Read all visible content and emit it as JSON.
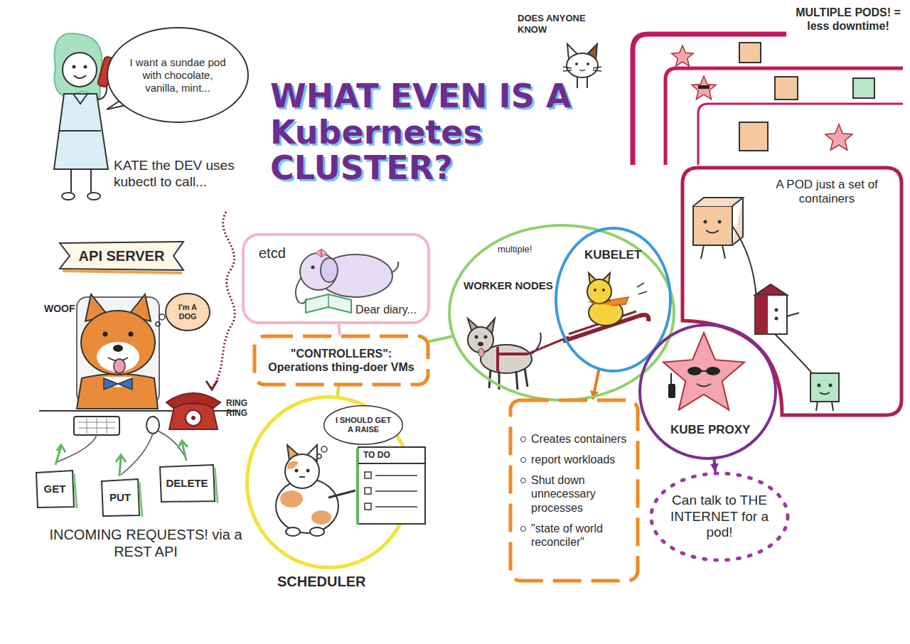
{
  "diagram": {
    "title": "WHAT EVEN IS A Kubernetes CLUSTER?",
    "nodes": [
      {
        "text": [
          "I want a sundae pod with chocolate, vanilla, mint..."
        ]
      },
      {
        "text": [
          "API SERVER"
        ]
      },
      {
        "text": [
          "I'm A DOG"
        ]
      },
      {
        "text": [
          "GET"
        ]
      },
      {
        "text": [
          "PUT"
        ]
      },
      {
        "text": [
          "DELETE"
        ]
      },
      {
        "text": [
          "etcd",
          "Dear diary..."
        ]
      },
      {
        "text": [
          "\"CONTROLLERS\": Operations thing-doer VMs"
        ]
      },
      {
        "text": [
          "SCHEDULER"
        ]
      },
      {
        "text": [
          "I SHOULD GET A RAISE"
        ],
        "in": 8
      },
      {
        "text": [
          "TO DO"
        ],
        "in": 8
      },
      {
        "text": [
          "multiple!",
          "WORKER NODES"
        ]
      },
      {
        "text": [
          "KUBELET"
        ],
        "in": 11
      },
      {
        "text": [
          "Creates containers",
          "report workloads",
          "Shut down unnecessary processes",
          "\"state of world reconciler\""
        ]
      },
      {
        "text": [
          "MULTIPLE PODS! = less downtime!"
        ]
      },
      {
        "text": [
          "A POD just a set of containers"
        ]
      },
      {
        "text": [
          "KUBE PROXY"
        ]
      },
      {
        "text": [
          "Can talk to THE INTERNET for a pod!"
        ]
      }
    ],
    "edges": [
      {
        "from": 6,
        "to": 7,
        "arrow": "none"
      },
      {
        "from": 7,
        "to": 8,
        "arrow": "none"
      },
      {
        "from": 7,
        "to": 11,
        "arrow": "none"
      },
      {
        "from": 12,
        "to": 13,
        "arrow": "to"
      },
      {
        "from": 16,
        "to": 17,
        "arrow": "to"
      }
    ],
    "labels": [
      "KATE the DEV uses kubectl to call...",
      "WOOF",
      "RING RING",
      "INCOMING REQUESTS! via a REST API",
      "DOES ANYONE KNOW"
    ]
  }
}
